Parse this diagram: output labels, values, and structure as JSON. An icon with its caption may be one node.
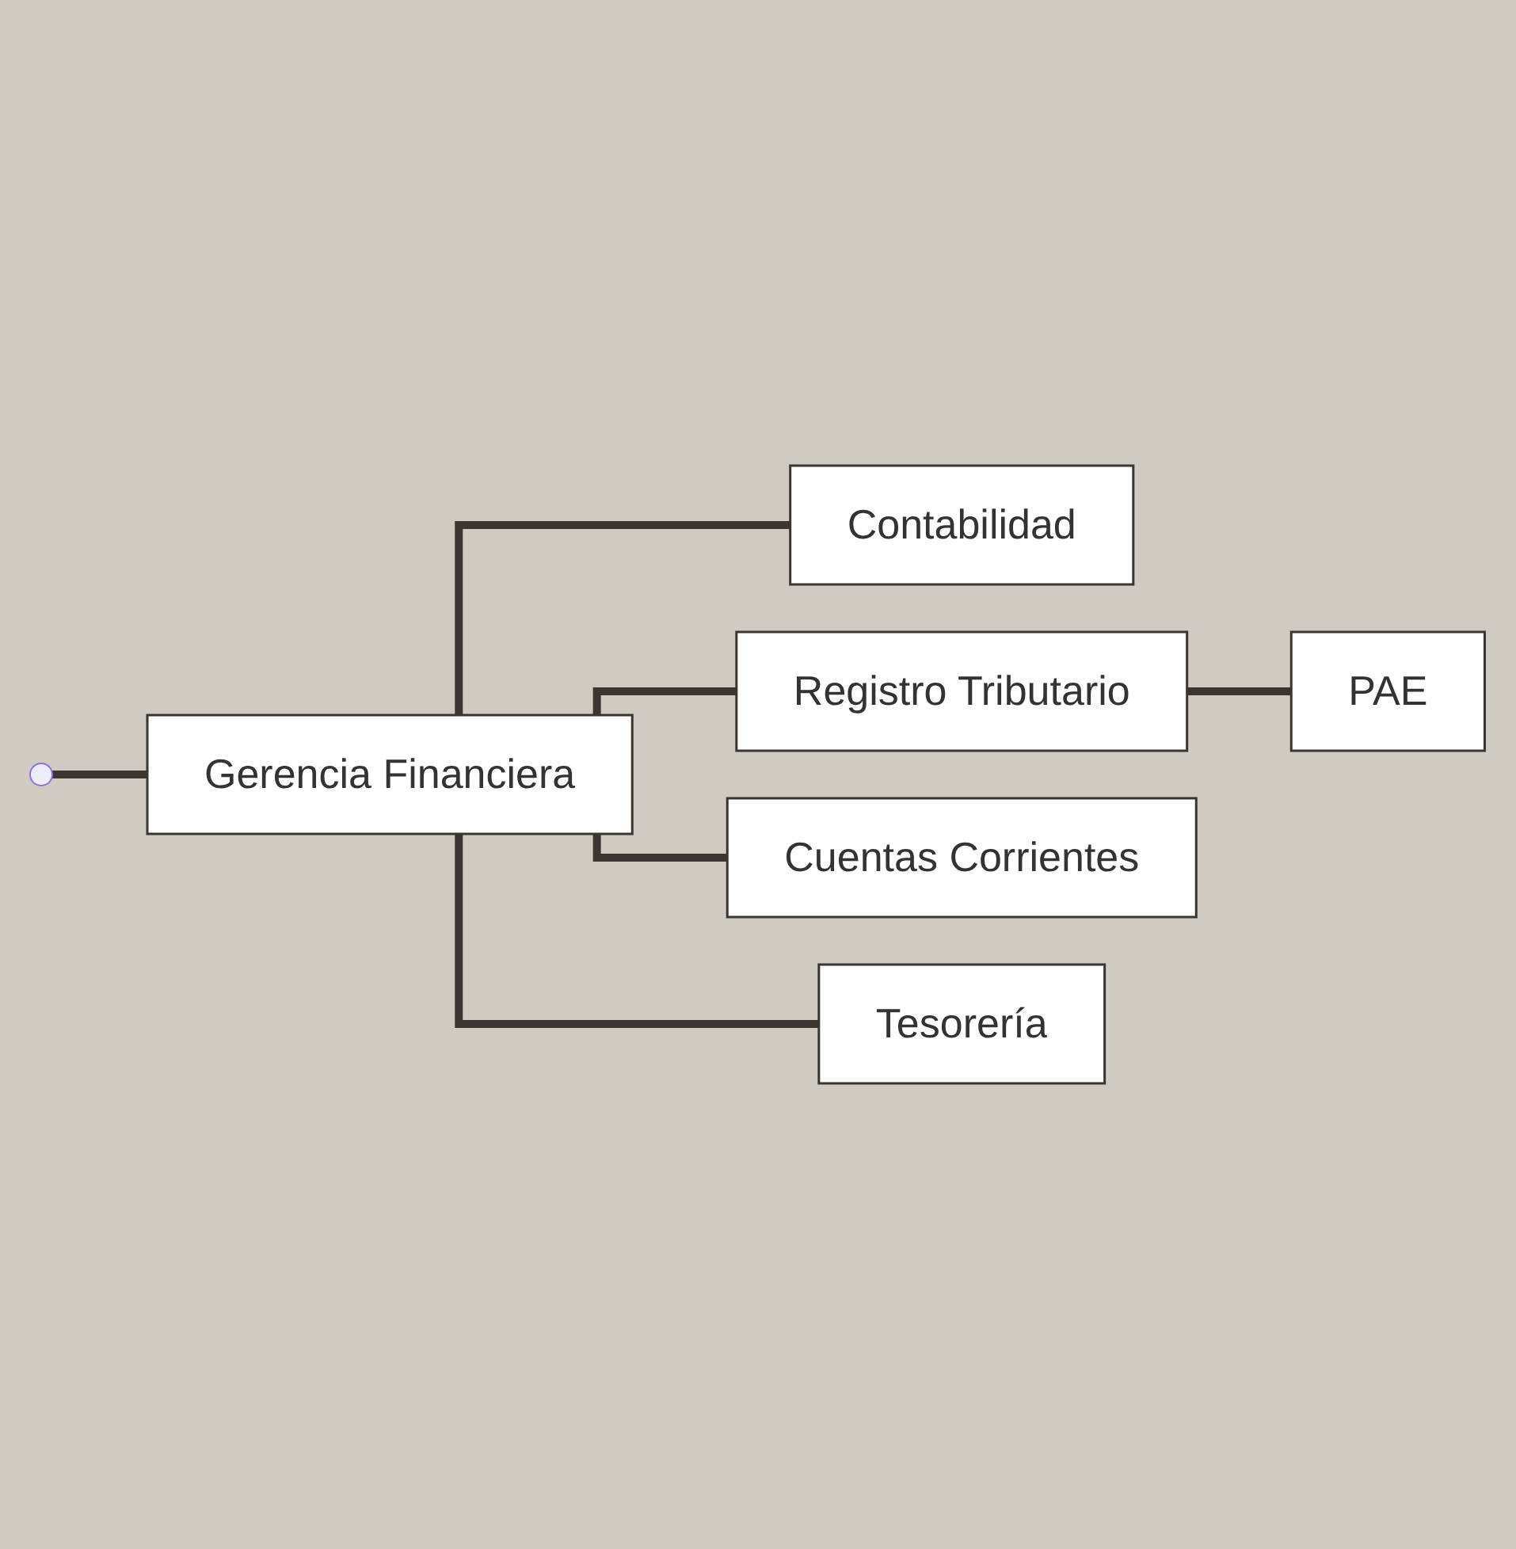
{
  "diagram": {
    "nodes": [
      {
        "text": [
          "Gerencia Financiera"
        ]
      },
      {
        "text": [
          "Contabilidad"
        ]
      },
      {
        "text": [
          "Registro Tributario"
        ]
      },
      {
        "text": [
          "PAE"
        ]
      },
      {
        "text": [
          "Cuentas Corrientes"
        ]
      },
      {
        "text": [
          "Tesorería"
        ]
      }
    ],
    "edges": [
      {
        "from": null,
        "to": 0,
        "arrow": "none"
      },
      {
        "from": 0,
        "to": 1,
        "arrow": "none"
      },
      {
        "from": 0,
        "to": 2,
        "arrow": "none"
      },
      {
        "from": 2,
        "to": 3,
        "arrow": "none"
      },
      {
        "from": 0,
        "to": 4,
        "arrow": "none"
      },
      {
        "from": 0,
        "to": 5,
        "arrow": "none"
      }
    ]
  }
}
